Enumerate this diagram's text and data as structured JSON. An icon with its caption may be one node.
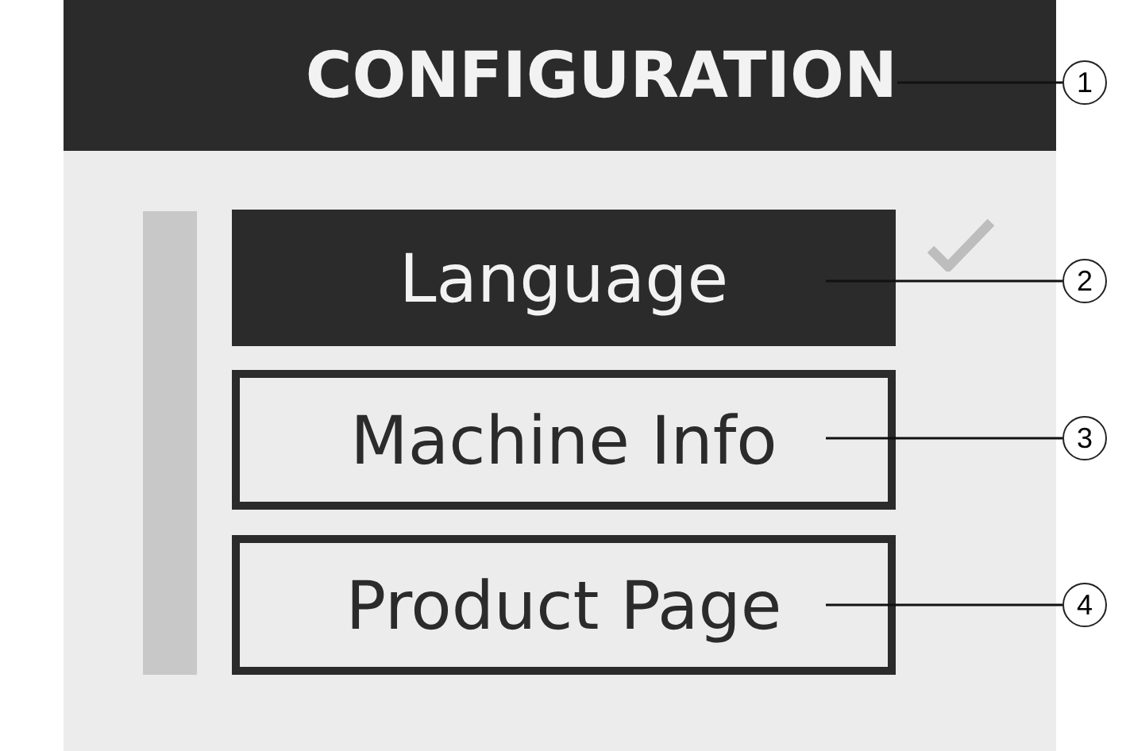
{
  "diagram": {
    "nodes": [
      {
        "text": [
          "CONFIGURATION"
        ]
      },
      {
        "text": [
          "Language"
        ]
      },
      {
        "text": [
          "Machine Info"
        ]
      },
      {
        "text": [
          "Product Page"
        ]
      },
      {
        "text": [
          "1"
        ]
      },
      {
        "text": [
          "2"
        ]
      },
      {
        "text": [
          "3"
        ]
      },
      {
        "text": [
          "4"
        ]
      }
    ],
    "edges": [
      {
        "from": 4,
        "to": 0,
        "arrow": "none"
      },
      {
        "from": 5,
        "to": 1,
        "arrow": "none"
      },
      {
        "from": 6,
        "to": 2,
        "arrow": "none"
      },
      {
        "from": 7,
        "to": 3,
        "arrow": "none"
      }
    ]
  }
}
